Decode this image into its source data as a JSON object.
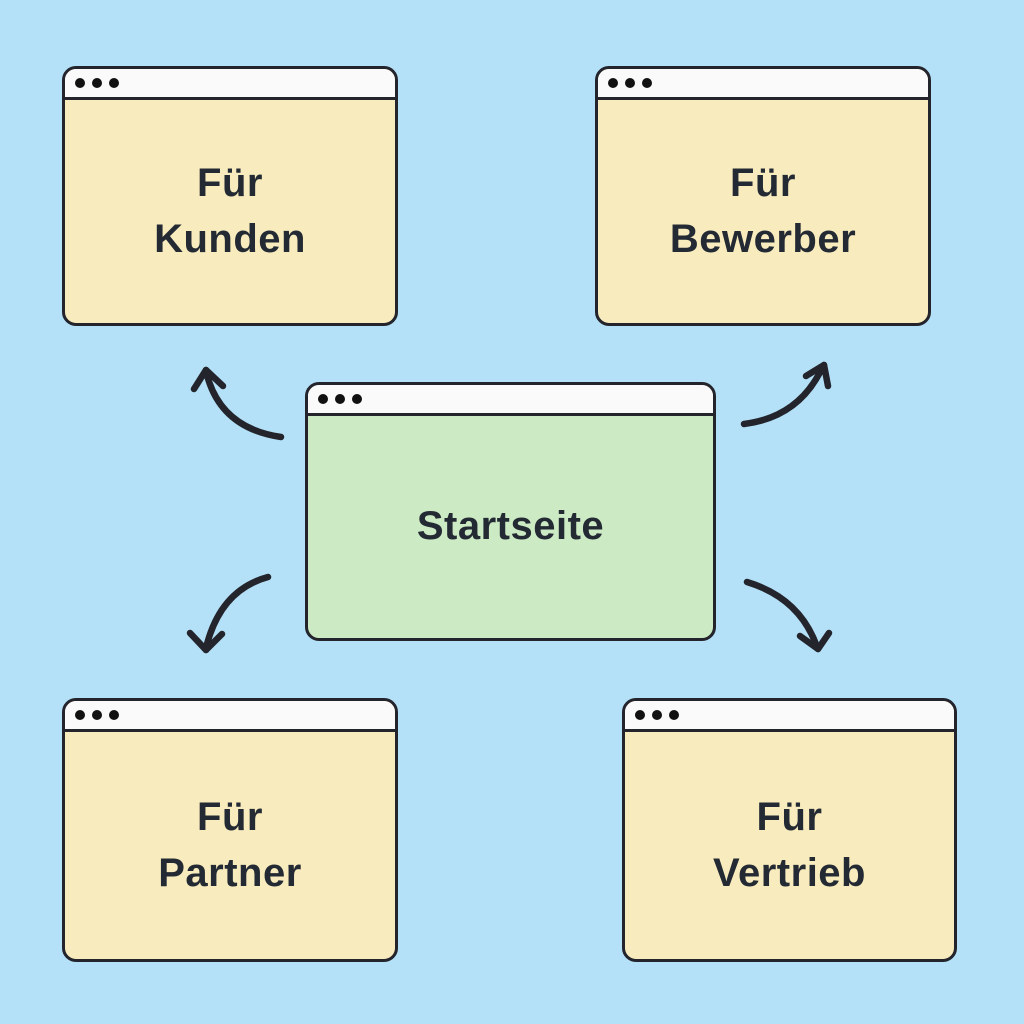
{
  "colors": {
    "background": "#b4e1f8",
    "window_yellow": "#f8ecbf",
    "window_green": "#ccebc5",
    "titlebar": "#fafafa",
    "outline": "#23242c",
    "text": "#242a33",
    "dot": "#111111"
  },
  "center_window": {
    "label": "Startseite"
  },
  "windows": [
    {
      "id": "kunden",
      "lines": [
        "Für",
        "Kunden"
      ]
    },
    {
      "id": "bewerber",
      "lines": [
        "Für",
        "Bewerber"
      ]
    },
    {
      "id": "partner",
      "lines": [
        "Für",
        "Partner"
      ]
    },
    {
      "id": "vertrieb",
      "lines": [
        "Für",
        "Vertrieb"
      ]
    }
  ],
  "arrows": [
    {
      "from": "startseite",
      "to": "kunden",
      "direction": "up-left"
    },
    {
      "from": "startseite",
      "to": "bewerber",
      "direction": "up-right"
    },
    {
      "from": "startseite",
      "to": "partner",
      "direction": "down-left"
    },
    {
      "from": "startseite",
      "to": "vertrieb",
      "direction": "down-right"
    }
  ]
}
